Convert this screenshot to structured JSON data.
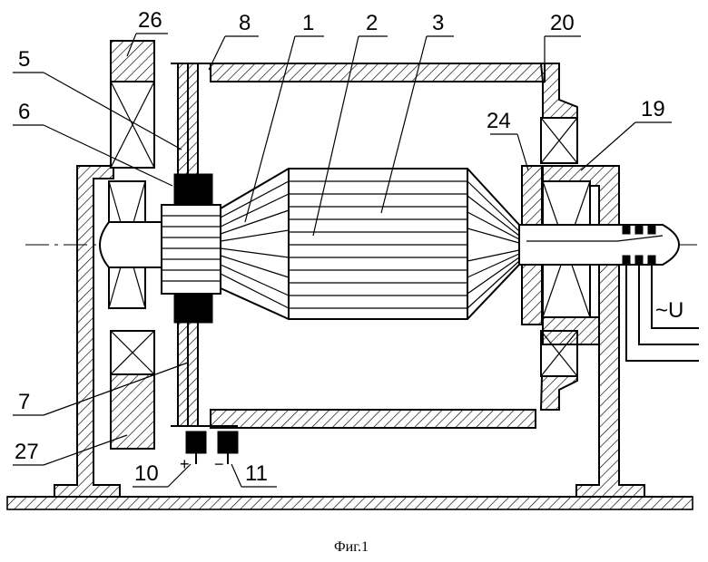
{
  "figure": {
    "caption": "Фиг.1",
    "supply_label": "~U",
    "plus_sign": "+",
    "minus_sign": "−"
  },
  "labels": {
    "n1": "1",
    "n2": "2",
    "n3": "3",
    "n5": "5",
    "n6": "6",
    "n7": "7",
    "n8": "8",
    "n10": "10",
    "n11": "11",
    "n19": "19",
    "n20": "20",
    "n24": "24",
    "n26": "26",
    "n27": "27"
  }
}
